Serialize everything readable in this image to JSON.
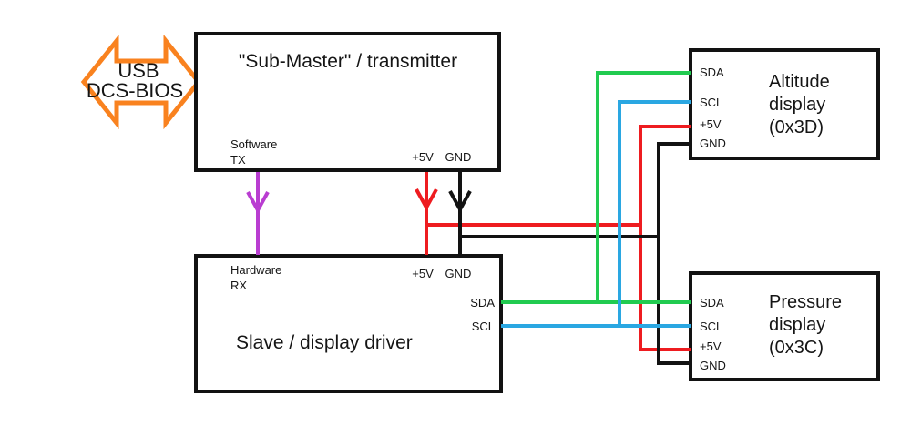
{
  "colors": {
    "box_border": "#121212",
    "wire_5v_red": "#ee1c20",
    "wire_gnd_black": "#121212",
    "wire_sda_green": "#21cb50",
    "wire_scl_blue": "#2aa7e2",
    "wire_serial_purple": "#b93dd1",
    "usb_arrow_orange": "#f9821f"
  },
  "usb_connector": {
    "label_line1": "USB",
    "label_line2": "DCS-BIOS"
  },
  "submaster_box": {
    "title": "\"Sub-Master\" / transmitter",
    "pin_software_tx_line1": "Software",
    "pin_software_tx_line2": "TX",
    "pin_5v": "+5V",
    "pin_gnd": "GND"
  },
  "slave_box": {
    "title": "Slave / display driver",
    "pin_hardware_rx_line1": "Hardware",
    "pin_hardware_rx_line2": "RX",
    "pin_5v": "+5V",
    "pin_gnd": "GND",
    "pin_sda": "SDA",
    "pin_scl": "SCL"
  },
  "altitude_box": {
    "title_line1": "Altitude",
    "title_line2": "display",
    "title_line3": "(0x3D)",
    "pin_sda": "SDA",
    "pin_scl": "SCL",
    "pin_5v": "+5V",
    "pin_gnd": "GND"
  },
  "pressure_box": {
    "title_line1": "Pressure",
    "title_line2": "display",
    "title_line3": "(0x3C)",
    "pin_sda": "SDA",
    "pin_scl": "SCL",
    "pin_5v": "+5V",
    "pin_gnd": "GND"
  }
}
